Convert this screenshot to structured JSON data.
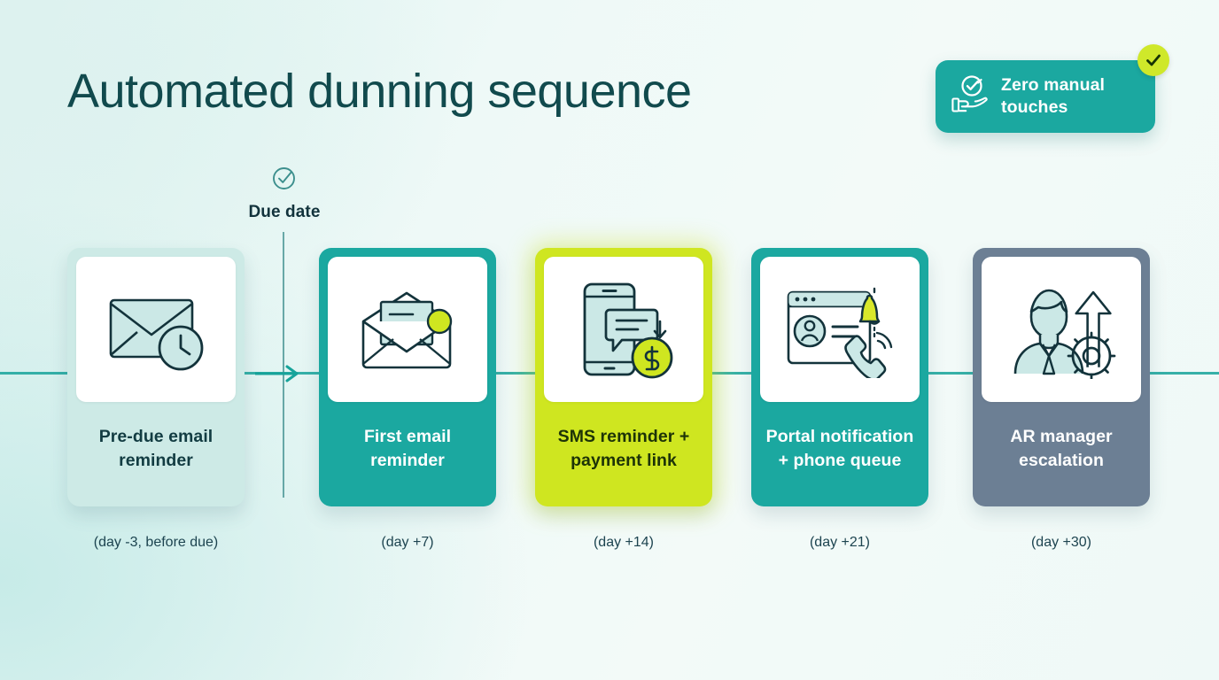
{
  "header": {
    "title": "Automated dunning sequence"
  },
  "badge": {
    "line1": "Zero manual",
    "line2": "touches",
    "icon": "hand-holding-check-icon",
    "check_icon": "check-circle-icon",
    "bg_color": "#1ba8a0",
    "check_color": "#cfe82a"
  },
  "timeline": {
    "due_marker": {
      "label": "Due date",
      "icon": "circle-check-icon"
    },
    "rail_color": "#16a39a",
    "arrow_icon": "arrow-right-icon"
  },
  "steps": [
    {
      "label": "Pre-due email reminder",
      "caption": "(day -3, before due)",
      "icon": "envelope-clock-icon",
      "variant": "v-mint",
      "color": "#cdeae6"
    },
    {
      "label": "First email reminder",
      "caption": "(day +7)",
      "icon": "open-envelope-letter-icon",
      "variant": "v-teal",
      "color": "#1ba8a0"
    },
    {
      "label": "SMS reminder + payment link",
      "caption": "(day +14)",
      "icon": "phone-sms-payment-icon",
      "variant": "v-lime",
      "color": "#cfe620"
    },
    {
      "label": "Portal notification + phone queue",
      "caption": "(day +21)",
      "icon": "portal-bell-phone-icon",
      "variant": "v-teal",
      "color": "#1ba8a0"
    },
    {
      "label": "AR manager escalation",
      "caption": "(day +30)",
      "icon": "manager-arrow-gear-icon",
      "variant": "v-slate",
      "color": "#6c7f94"
    }
  ]
}
